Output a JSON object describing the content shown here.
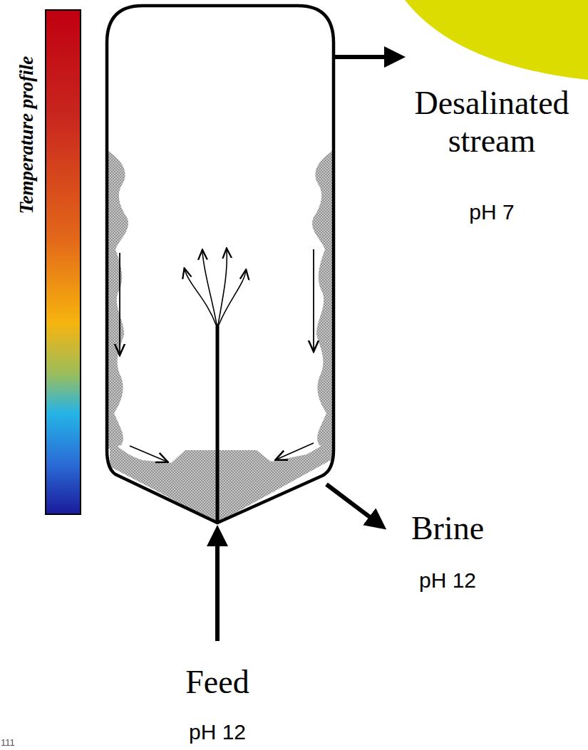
{
  "diagram": {
    "labels": [
      "Temperature profile",
      "Desalinated stream",
      "pH 7",
      "Brine",
      "pH 12",
      "Feed",
      "pH 12",
      "111"
    ]
  }
}
